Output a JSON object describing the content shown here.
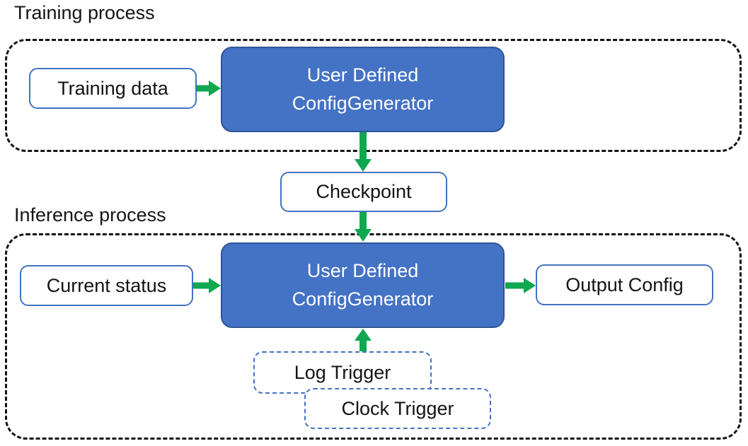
{
  "diagram": {
    "sections": {
      "training": {
        "label": "Training process"
      },
      "inference": {
        "label": "Inference process"
      }
    },
    "nodes": {
      "training_data": {
        "label": "Training data"
      },
      "generator_training": {
        "line1": "User Defined",
        "line2": "ConfigGenerator"
      },
      "checkpoint": {
        "label": "Checkpoint"
      },
      "current_status": {
        "label": "Current status"
      },
      "generator_inference": {
        "line1": "User Defined",
        "line2": "ConfigGenerator"
      },
      "output_config": {
        "label": "Output Config"
      },
      "log_trigger": {
        "label": "Log Trigger"
      },
      "clock_trigger": {
        "label": "Clock Trigger"
      }
    },
    "arrows": [
      {
        "name": "training-data-to-generator",
        "direction": "right"
      },
      {
        "name": "generator-to-checkpoint",
        "direction": "down"
      },
      {
        "name": "checkpoint-to-generator",
        "direction": "down"
      },
      {
        "name": "current-status-to-generator",
        "direction": "right"
      },
      {
        "name": "generator-to-output-config",
        "direction": "right"
      },
      {
        "name": "triggers-to-generator",
        "direction": "up"
      }
    ],
    "colors": {
      "node_fill_blue": "#4472C4",
      "node_border_blue_dark": "#2F5597",
      "node_border_blue": "#4472C4",
      "arrow_green": "#0FA750",
      "container_dash_black": "#141414",
      "text_dark": "#141414",
      "text_light": "#FFFFFF"
    }
  }
}
